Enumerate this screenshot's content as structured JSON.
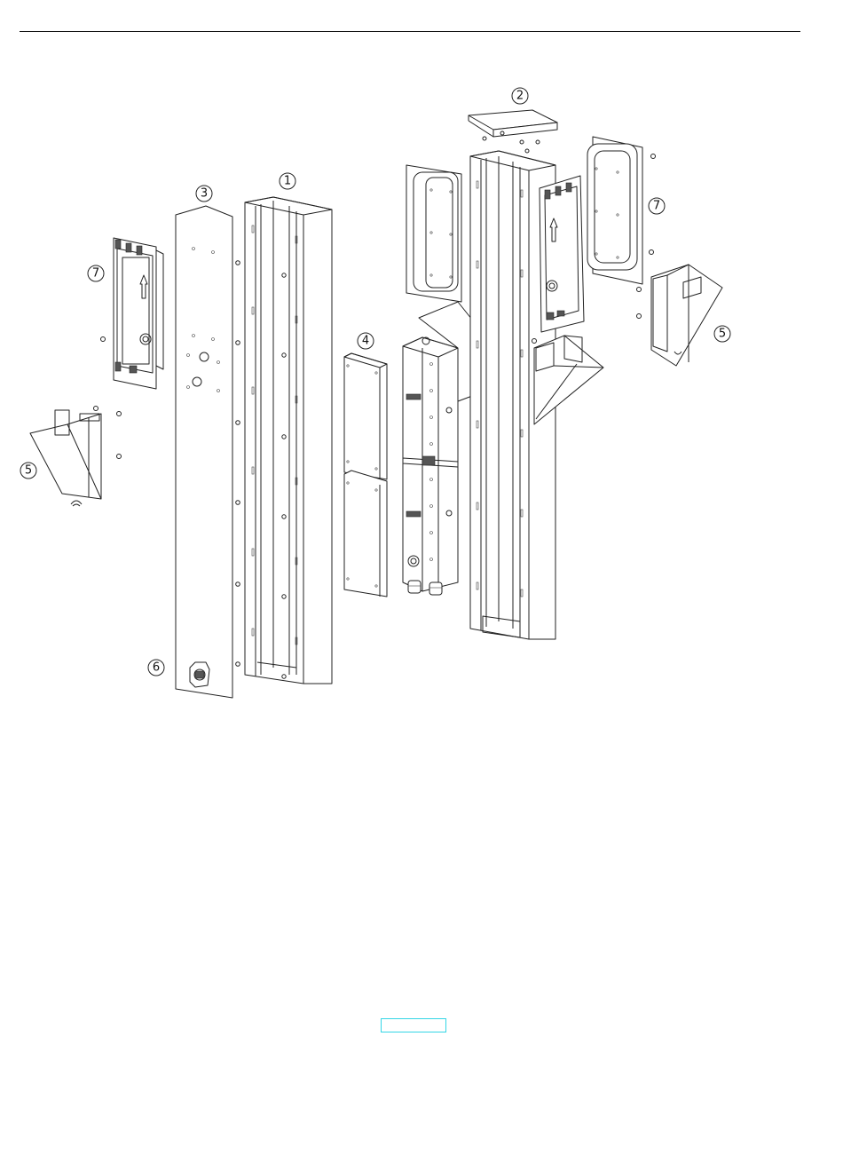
{
  "callouts": [
    {
      "id": "c1",
      "label": "1"
    },
    {
      "id": "c2",
      "label": "2"
    },
    {
      "id": "c3",
      "label": "3"
    },
    {
      "id": "c4",
      "label": "4"
    },
    {
      "id": "c5a",
      "label": "5"
    },
    {
      "id": "c5b",
      "label": "5"
    },
    {
      "id": "c6",
      "label": "6"
    },
    {
      "id": "c7a",
      "label": "7"
    },
    {
      "id": "c7b",
      "label": "7"
    }
  ],
  "colors": {
    "line": "#222222",
    "page_box": "#33d6e6",
    "background": "#ffffff"
  }
}
